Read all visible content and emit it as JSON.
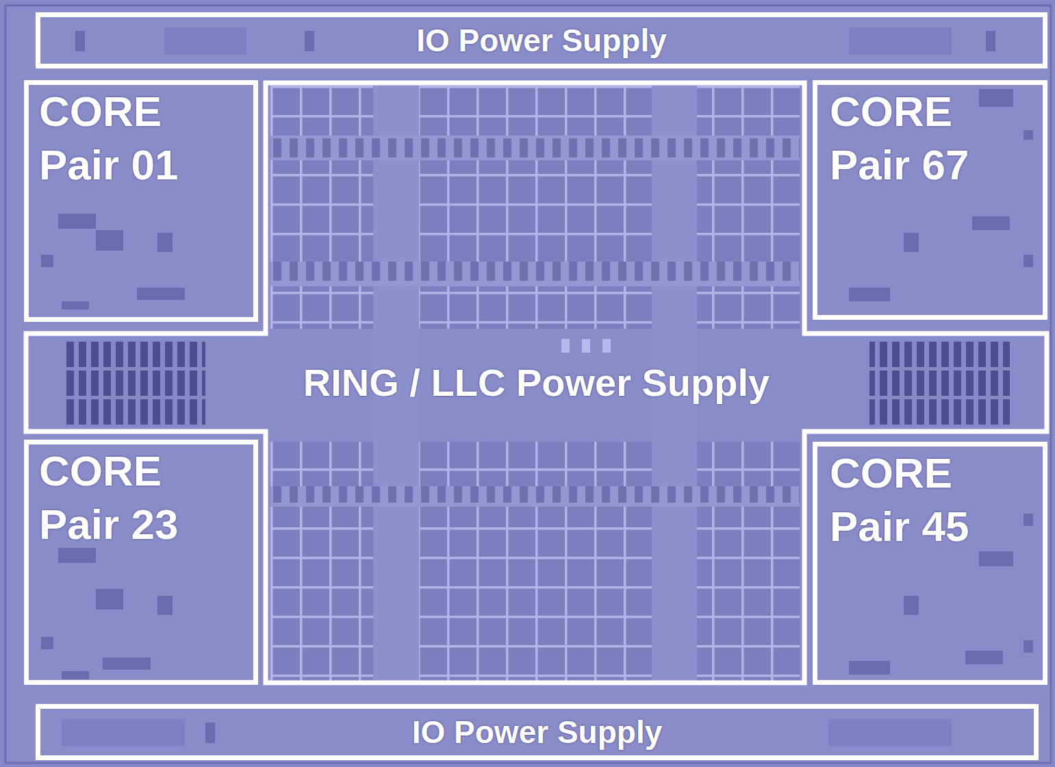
{
  "diagram": {
    "nodes": [
      {
        "text": [
          "IO Power Supply"
        ]
      },
      {
        "text": [
          "CORE Pair 01"
        ]
      },
      {
        "text": [
          "CORE Pair 67"
        ]
      },
      {
        "text": [
          "RING / LLC Power Supply"
        ]
      },
      {
        "text": [
          "CORE Pair 23"
        ]
      },
      {
        "text": [
          "CORE Pair 45"
        ]
      },
      {
        "text": [
          "IO Power Supply"
        ]
      }
    ]
  }
}
